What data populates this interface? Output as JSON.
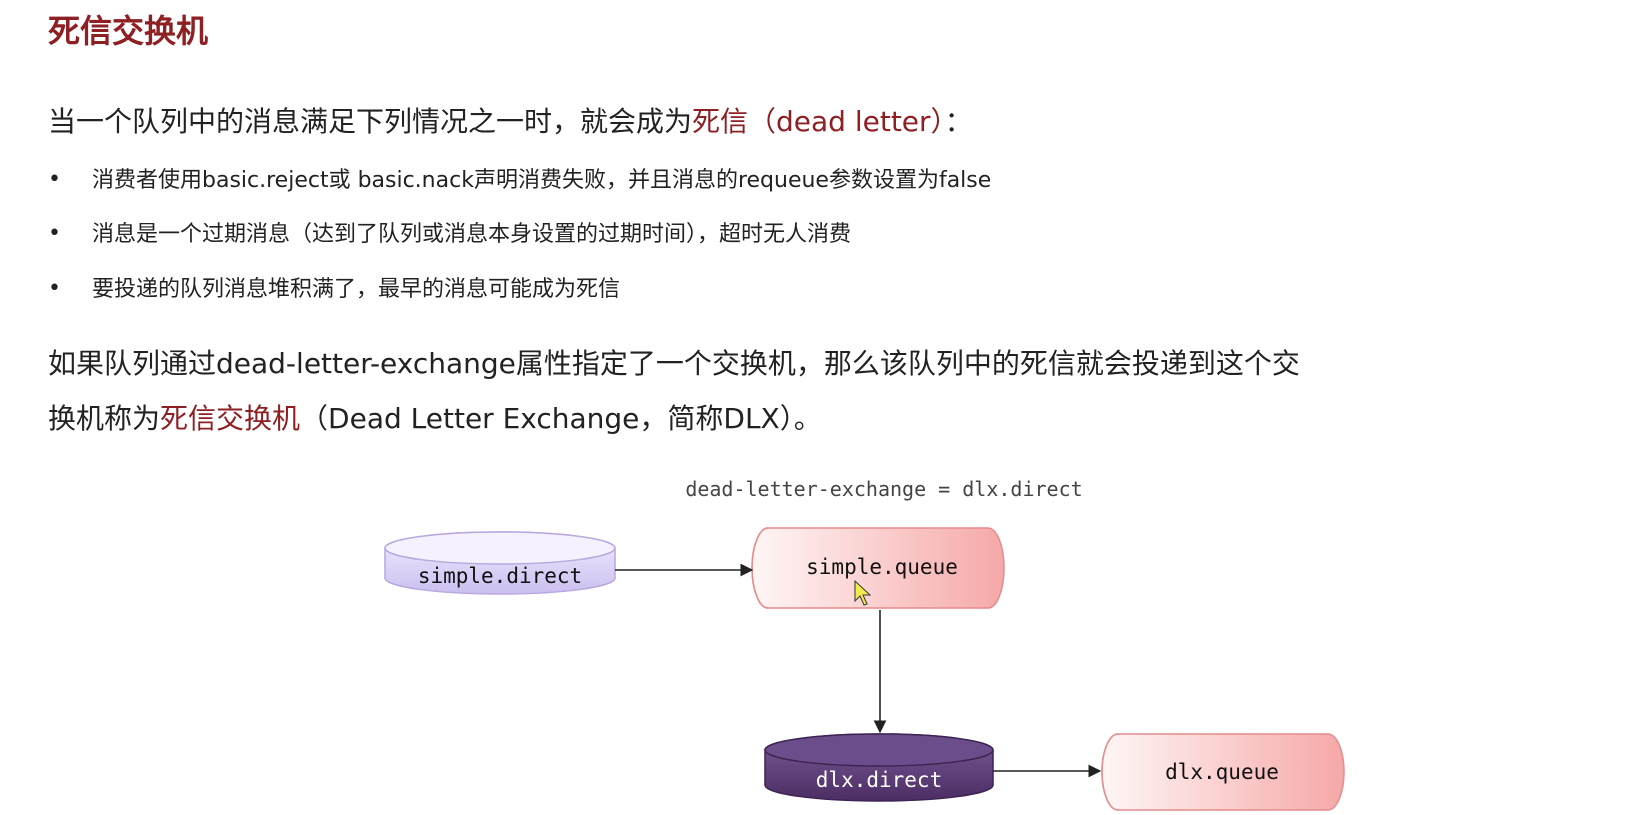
{
  "title": "死信交换机",
  "intro": {
    "before": "当一个队列中的消息满足下列情况之一时，就会成为",
    "highlight": "死信（dead letter）",
    "after": "："
  },
  "bullets": [
    "消费者使用basic.reject或 basic.nack声明消费失败，并且消息的requeue参数设置为false",
    "消息是一个过期消息（达到了队列或消息本身设置的过期时间），超时无人消费",
    "要投递的队列消息堆积满了，最早的消息可能成为死信"
  ],
  "paragraph": {
    "line1": "如果队列通过dead-letter-exchange属性指定了一个交换机，那么该队列中的死信就会投递到这个交",
    "line2_before": "换机称为",
    "line2_highlight": "死信交换机",
    "line2_after": "（Dead Letter Exchange，简称DLX）。"
  },
  "diagram": {
    "annotation": "dead-letter-exchange = dlx.direct",
    "simple_direct": "simple.direct",
    "simple_queue": "simple.queue",
    "dlx_direct": "dlx.direct",
    "dlx_queue": "dlx.queue",
    "colors": {
      "exchange_light": "#d9cdf2",
      "exchange_dark": "#5e3f7a",
      "queue": "#f8b6b6",
      "title_red": "#8e1f23"
    }
  }
}
